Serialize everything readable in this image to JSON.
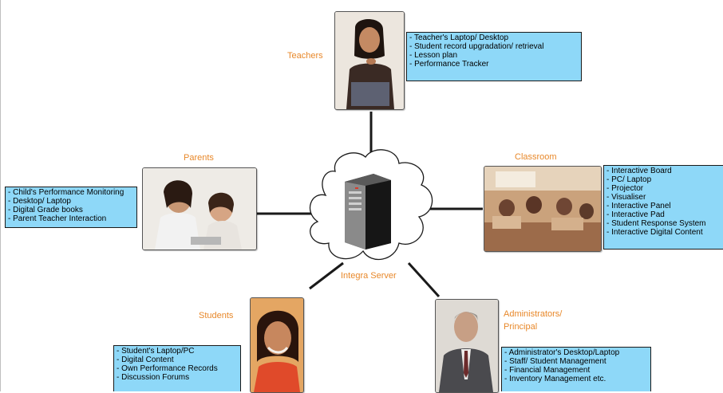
{
  "server": {
    "label": "Integra Server"
  },
  "nodes": {
    "teachers": {
      "label": "Teachers",
      "items": [
        "Teacher's Laptop/ Desktop",
        "Student record upgradation/ retrieval",
        "Lesson plan",
        "Performance Tracker"
      ]
    },
    "parents": {
      "label": "Parents",
      "items": [
        "Child's Performance Monitoring",
        "Desktop/ Laptop",
        "Digital Grade books",
        "Parent Teacher Interaction"
      ]
    },
    "classroom": {
      "label": "Classroom",
      "items": [
        "Interactive Board",
        "PC/ Laptop",
        "Projector",
        "Visualiser",
        "Interactive Panel",
        "Interactive Pad",
        "Student Response System",
        "Interactive Digital Content"
      ]
    },
    "students": {
      "label": "Students",
      "items": [
        "Student's Laptop/PC",
        "Digital Content",
        "Own Performance Records",
        "Discussion Forums"
      ]
    },
    "administrators": {
      "label_line1": "Administrators/",
      "label_line2": "Principal",
      "items": [
        "Administrator's Desktop/Laptop",
        "Staff/ Student Management",
        "Financial Management",
        "Inventory Management etc."
      ]
    }
  },
  "colors": {
    "label": "#e8882a",
    "info_box": "#8ed8f8",
    "connector": "#1a1a1a"
  }
}
